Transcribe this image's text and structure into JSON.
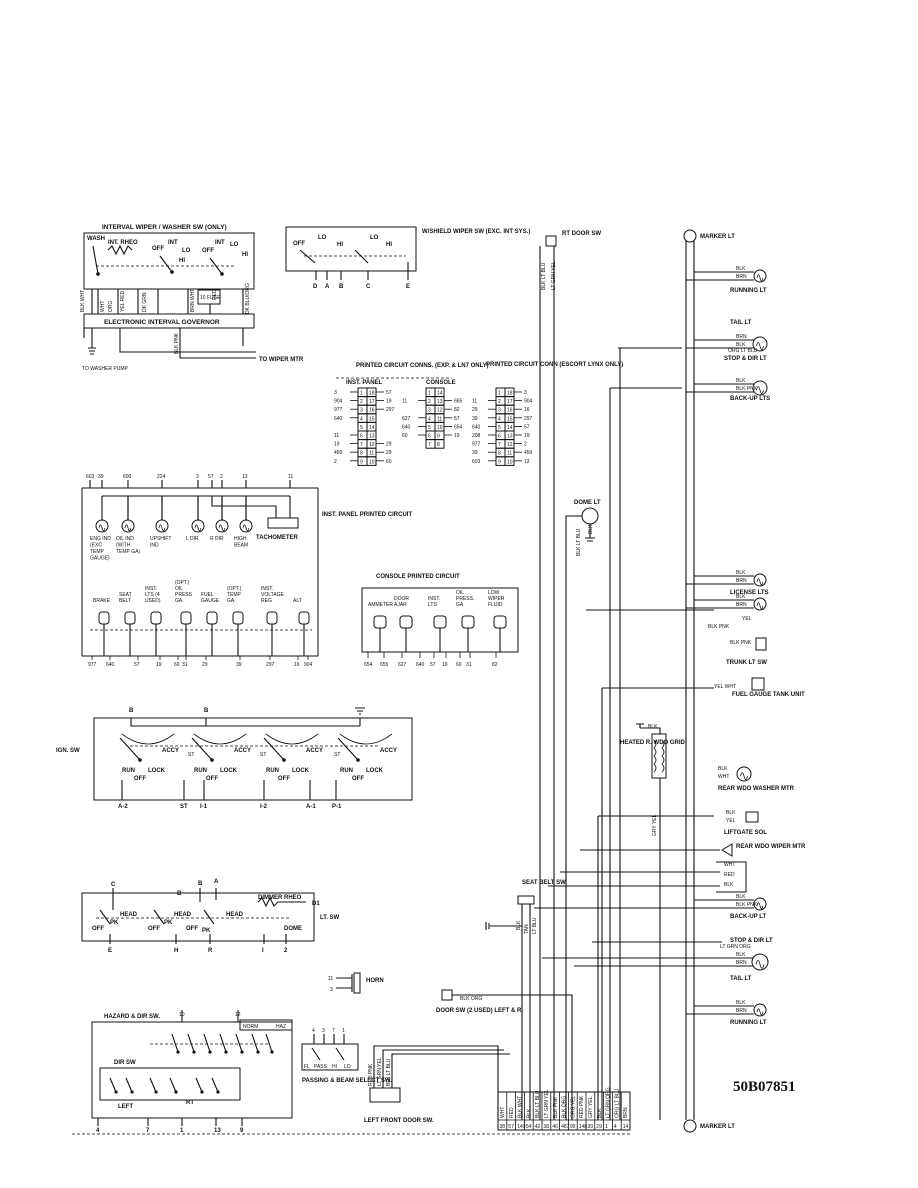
{
  "diagram_code": "50B07851",
  "interval_wiper": {
    "title": "INTERVAL WIPER / WASHER SW (ONLY)",
    "wash": "WASH",
    "int_rheo": "INT. RHEO",
    "labels": [
      "OFF",
      "INT",
      "LO",
      "OFF",
      "INT",
      "LO",
      "HI",
      "HI"
    ],
    "fuse": "10 FUSE",
    "governor": "ELECTRONIC INTERVAL GOVERNOR",
    "wire_colors": [
      "BLK WHT",
      "WHT",
      "YEL RED",
      "ORG",
      "DK GRN",
      "BRN WHT",
      "RED",
      "DK BLU/ORG"
    ],
    "to_washer": "TO WASHER PUMP",
    "to_wiper": "TO WIPER MTR",
    "blk_pnk": "BLK PNK"
  },
  "wshield_wiper": {
    "title": "W/SHIELD WIPER SW (EXC. INT SYS.)",
    "pos": [
      "OFF",
      "LO",
      "HI",
      "LO",
      "HI"
    ],
    "terminals": [
      "D",
      "A",
      "B",
      "C",
      "E"
    ]
  },
  "pc_conns": {
    "title": "PRINTED CIRCUIT CONNS. (EXP. & LN7 ONLY)",
    "inst_panel": "INST. PANEL",
    "console": "CONSOLE",
    "escort_title": "PRINTED CIRCUIT CONN (ESCORT LYNX ONLY)",
    "inst_left": [
      "3",
      "904",
      "977",
      "640",
      "",
      "11",
      "19",
      "450",
      "2"
    ],
    "inst_right": [
      "57",
      "19",
      "297",
      "",
      "",
      "",
      "29",
      "29",
      "60"
    ],
    "console_left": [
      "",
      "11",
      "",
      "627",
      "640",
      "60",
      ""
    ],
    "console_right": [
      "",
      "665",
      "82",
      "57",
      "654",
      "19",
      ""
    ],
    "escort_left": [
      "",
      "11",
      "29",
      "39",
      "640",
      "208",
      "977",
      "39",
      "603"
    ],
    "escort_right": [
      "3",
      "904",
      "16",
      "297",
      "57",
      "19",
      "2",
      "450",
      "12"
    ]
  },
  "inst_panel": {
    "top_nums": [
      "603",
      "39",
      "600",
      "224",
      "3",
      "57",
      "2",
      "13",
      "11"
    ],
    "lamps": [
      "ENG IND (EXC TEMP GAUGE)",
      "OIL IND (WITH TEMP GA)",
      "UPSHIFT IND",
      "L DIR",
      "R DIR",
      "HIGH BEAM"
    ],
    "tachometer": "TACHOMETER",
    "printed": "INST. PANEL PRINTED CIRCUIT",
    "gauges": [
      "BRAKE",
      "SEAT BELT",
      "INST. LTS (4 USED)",
      "(OPT.) OIL PRESS GA.",
      "FUEL GAUGE",
      "(OPT.) TEMP GA.",
      "INST. VOLTAGE REG",
      "ALT"
    ],
    "bottom_nums": [
      "977",
      "640",
      "57",
      "19",
      "60",
      "31",
      "29",
      "39",
      "297",
      "16",
      "904"
    ]
  },
  "console_pc": {
    "title": "CONSOLE PRINTED CIRCUIT",
    "items": [
      "AMMETER",
      "DOOR AJAR",
      "INST. LTS",
      "OIL PRESS. GA.",
      "LOW WIPER FLUID"
    ],
    "bottom_nums": [
      "654",
      "655",
      "627",
      "640",
      "57",
      "19",
      "60",
      "31",
      "82"
    ]
  },
  "ign_sw": {
    "label": "IGN. SW",
    "top": [
      "B",
      "B"
    ],
    "states": [
      "ACCY",
      "RUN",
      "OFF",
      "LOCK",
      "ST"
    ],
    "bottom": [
      "A-2",
      "ST",
      "I-1",
      "I-2",
      "A-1",
      "P-1"
    ]
  },
  "light_sw": {
    "top": [
      "C",
      "B",
      "B",
      "A"
    ],
    "dimmer": "DIMMER RHEO",
    "d1": "D1",
    "lt_sw": "LT. SW",
    "positions": [
      "HEAD",
      "HEAD",
      "HEAD",
      "OFF",
      "PK",
      "OFF",
      "PK",
      "OFF",
      "PK",
      "DOME"
    ],
    "bottom": [
      "E",
      "H",
      "R",
      "I",
      "2"
    ]
  },
  "horn": {
    "label": "HORN",
    "nums": [
      "11",
      "3"
    ]
  },
  "hazard": {
    "title": "HAZARD & DIR SW.",
    "top": [
      "10",
      "12"
    ],
    "norm_haz": [
      "NORM",
      "HAZ"
    ],
    "dir_sw": "DIR SW",
    "left": "LEFT",
    "rt": "RT",
    "bottom": [
      "4",
      "7",
      "1",
      "13",
      "9"
    ]
  },
  "passing": {
    "nums": [
      "4",
      "3",
      "7",
      "1"
    ],
    "labels": [
      "FL",
      "PASS",
      "HI",
      "LO"
    ],
    "title": "PASSING & BEAM SELECT SW."
  },
  "doors": {
    "rt_door": "RT DOOR SW",
    "rt_door_wires": [
      "BLK LT BLU",
      "LT GRN YEL"
    ],
    "dome": "DOME LT",
    "dome_wires": [
      "BLK LT BLU",
      "BLK"
    ],
    "door_sw": "DOOR SW (2 USED) LEFT & R.",
    "blk_org": "BLK ORG",
    "left_front": "LEFT FRONT DOOR SW.",
    "left_front_wires": [
      "RED PNK",
      "LT GRN YEL",
      "BLK LT BLU"
    ],
    "seat_belt": "SEAT BELT SW",
    "seat_belt_wires": [
      "BLK",
      "TAN",
      "LT BLU"
    ]
  },
  "connector": {
    "wires": [
      "WHT",
      "RED",
      "BLK WHT",
      "BLK",
      "BLK LT BLU",
      "LT GRN YEL",
      "BLK PNK",
      "BLK ORG",
      "ORG YEL",
      "RED PNK",
      "GRY YEL",
      "BLK",
      "LT GRN ORG",
      "ORG LT BLU",
      "BRN"
    ],
    "nums": [
      "38",
      "57",
      "140",
      "54",
      "42",
      "38",
      "46",
      "487",
      "99",
      "148",
      "39",
      "29",
      "1",
      "4",
      "14"
    ]
  },
  "rear": {
    "marker_top": "MARKER LT",
    "running_top": "RUNNING LT",
    "tail_lt": "TAIL LT",
    "stop_dir": "STOP & DIR LT",
    "backup_top": "BACK-UP LTS",
    "license": "LICENSE LTS",
    "trunk": "TRUNK LT SW",
    "fuel_tank": "FUEL GAUGE TANK UNIT",
    "heated": "HEATED R. WDO GRID",
    "rear_washer": "REAR WDO WASHER MTR",
    "liftgate": "LIFTGATE SOL",
    "rear_wiper": "REAR WDO WIPER MTR",
    "backup_bottom": "BACK-UP LT",
    "stop_dir_bottom": "STOP & DIR LT",
    "tail_bottom": "TAIL LT",
    "running_bottom": "RUNNING LT",
    "marker_bottom": "MARKER LT",
    "wire_labels": [
      "BLK",
      "BRN",
      "BRN",
      "BLK",
      "ORG LT BLU",
      "BLK",
      "BLK PNK",
      "BLK",
      "BRN",
      "BLK",
      "BRN",
      "YEL",
      "BLK PNK",
      "BLK PNK",
      "YEL WHT",
      "BLK",
      "BLK",
      "WHT",
      "BLK",
      "YEL",
      "WHT",
      "RED",
      "BLK",
      "BLK",
      "BLK PNK",
      "LT GRN ORG",
      "BLK",
      "BRN",
      "BLK",
      "BRN",
      "GRY YEL"
    ]
  }
}
